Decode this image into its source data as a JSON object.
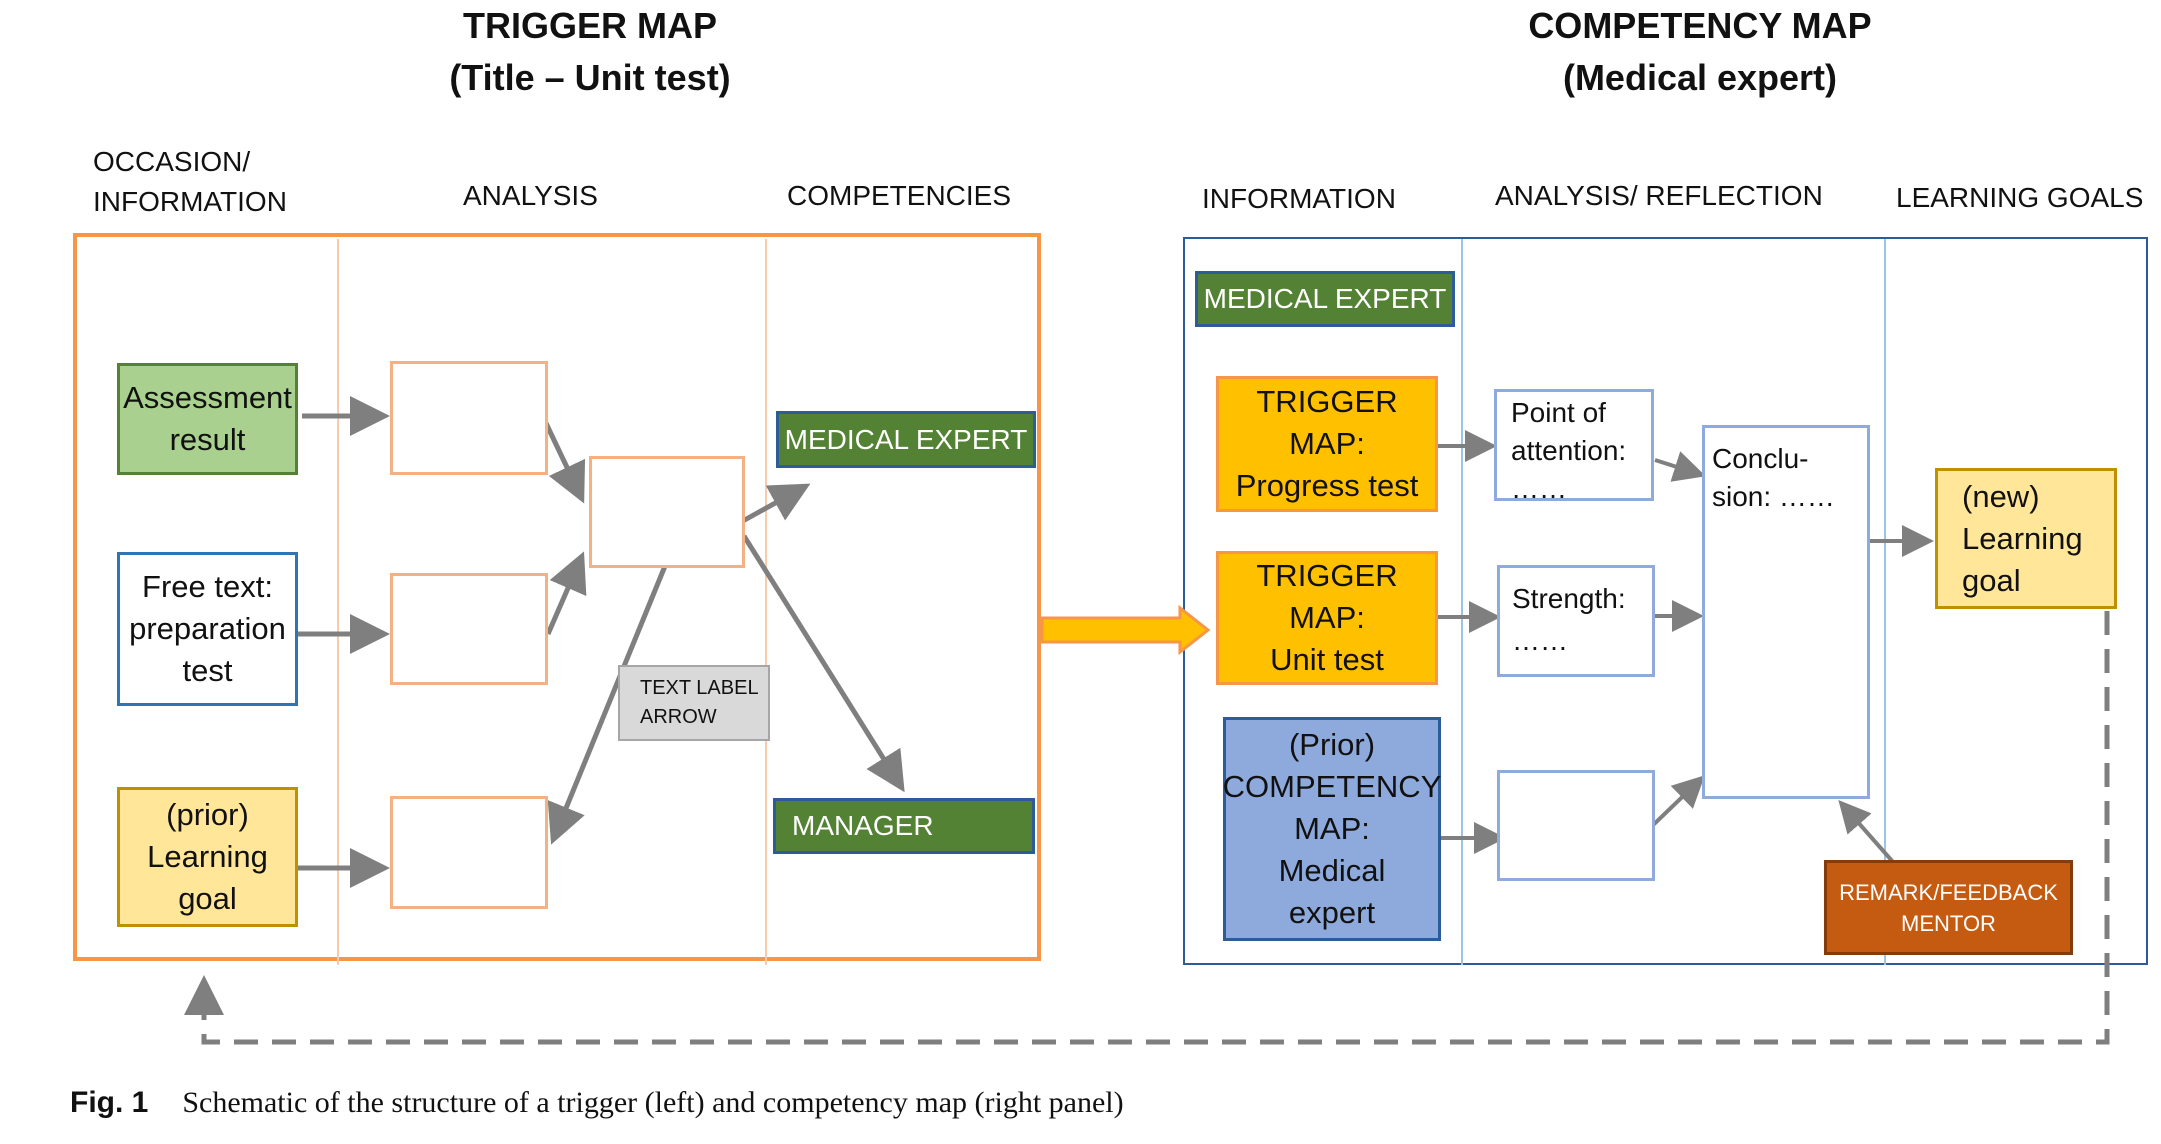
{
  "left_panel": {
    "title_line1": "TRIGGER MAP",
    "title_line2": "(Title – Unit test)",
    "headers": {
      "occasion": "OCCASION/\nINFORMATION",
      "analysis": "ANALYSIS",
      "competencies": "COMPETENCIES"
    },
    "inputs": {
      "assessment": "Assessment\nresult",
      "free_text": "Free text:\npreparation\ntest",
      "prior_goal": "(prior)\nLearning\ngoal"
    },
    "text_label_arrow": "TEXT LABEL\nARROW",
    "competencies": {
      "medical_expert": "MEDICAL EXPERT",
      "manager": "MANAGER"
    }
  },
  "right_panel": {
    "title_line1": "COMPETENCY MAP",
    "title_line2": "(Medical expert)",
    "headers": {
      "information": "INFORMATION",
      "analysis": "ANALYSIS/ REFLECTION",
      "goals": "LEARNING GOALS"
    },
    "medical_expert_tag": "MEDICAL EXPERT",
    "trigger_progress": "TRIGGER\nMAP:\nProgress test",
    "trigger_unit": "TRIGGER\nMAP:\nUnit test",
    "prior_competency": "(Prior)\nCOMPETENCY\nMAP:\nMedical\nexpert",
    "point_of_attention": "Point of\nattention:\n……",
    "strength": "Strength:\n……",
    "conclusion": "Conclu-\nsion: ……",
    "new_goal": "(new)\nLearning\ngoal",
    "remark": "REMARK/FEEDBACK\nMENTOR"
  },
  "caption": {
    "label": "Fig. 1",
    "text": "Schematic of the structure of a trigger (left) and competency map (right panel)"
  },
  "colors": {
    "orange_frame": "#F79646",
    "blue_frame": "#2E5B9A",
    "light_blue_line": "#9DC3E6",
    "green_light": "#A9D08E",
    "green_dark": "#548235",
    "gold": "#FFC000",
    "yellow_light": "#FFE699",
    "blue_light": "#8EA9DB",
    "brown": "#C55A11",
    "gray_arrow": "#7F7F7F",
    "gray_box": "#D9D9D9"
  }
}
